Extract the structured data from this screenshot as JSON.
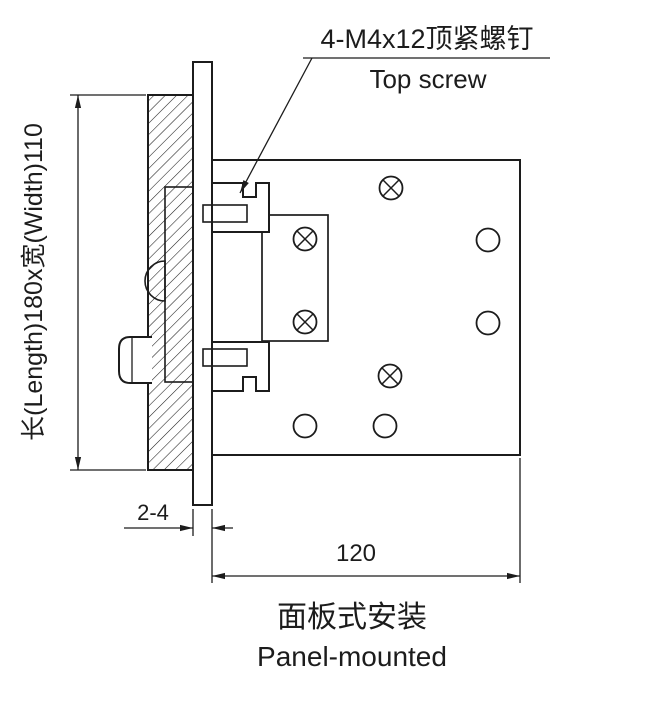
{
  "page": {
    "background": "#ffffff",
    "ink": "#1c1c1c"
  },
  "callout": {
    "line1": "4-M4x12顶紧螺钉",
    "line2": "Top screw"
  },
  "dimensions": {
    "length_width_label": "长(Length)180x宽(Width)110",
    "panel_thickness": "2-4",
    "plate_width": "120"
  },
  "caption": {
    "line1_cn": "面板式安装",
    "line2_en": "Panel-mounted"
  }
}
